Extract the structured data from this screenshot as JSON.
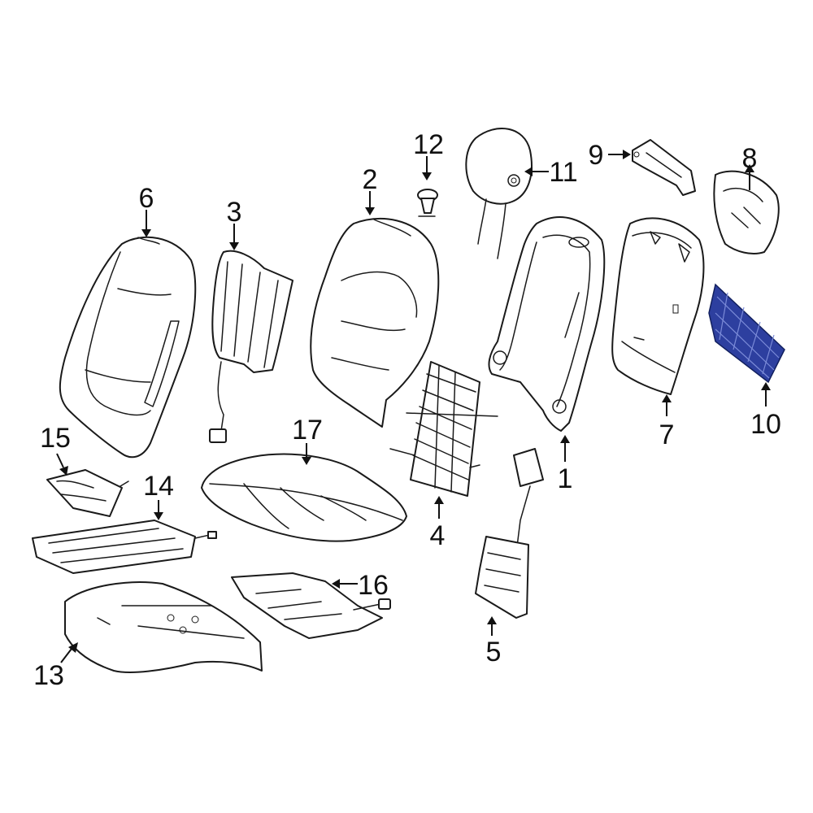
{
  "callouts": [
    {
      "id": "1",
      "label": "1"
    },
    {
      "id": "2",
      "label": "2"
    },
    {
      "id": "3",
      "label": "3"
    },
    {
      "id": "4",
      "label": "4"
    },
    {
      "id": "5",
      "label": "5"
    },
    {
      "id": "6",
      "label": "6"
    },
    {
      "id": "7",
      "label": "7"
    },
    {
      "id": "8",
      "label": "8"
    },
    {
      "id": "9",
      "label": "9"
    },
    {
      "id": "10",
      "label": "10"
    },
    {
      "id": "11",
      "label": "11"
    },
    {
      "id": "12",
      "label": "12"
    },
    {
      "id": "13",
      "label": "13"
    },
    {
      "id": "14",
      "label": "14"
    },
    {
      "id": "15",
      "label": "15"
    },
    {
      "id": "16",
      "label": "16"
    },
    {
      "id": "17",
      "label": "17"
    }
  ],
  "colors": {
    "line": "#1a1a1a",
    "highlight_part": "#2d3f9f"
  },
  "highlighted_part": "10"
}
